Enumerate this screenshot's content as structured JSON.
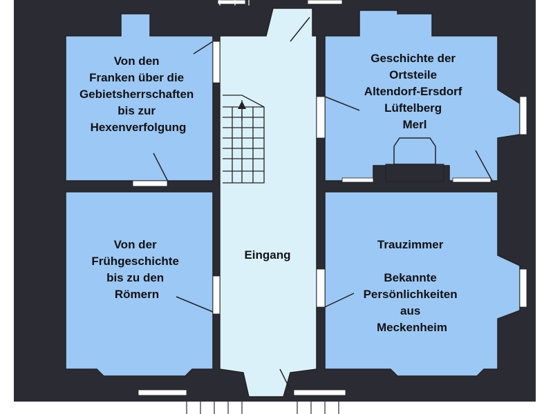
{
  "floorplan": {
    "rooms": {
      "top_left": {
        "label_lines": [
          "Von den",
          "Franken über die",
          "Gebietsherrschaften",
          "bis zur",
          "Hexenverfolgung"
        ]
      },
      "bottom_left": {
        "label_lines": [
          "Von der",
          "Frühgeschichte",
          "bis zu den",
          "Römern"
        ]
      },
      "top_right": {
        "label_lines": [
          "Geschichte der",
          "Ortsteile",
          "Altendorf-Ersdorf",
          "Lüftelberg",
          "Merl"
        ]
      },
      "bottom_right": {
        "label_lines": [
          "Trauzimmer",
          "",
          "Bekannte",
          "Persönlichkeiten",
          "aus",
          "Meckenheim"
        ]
      },
      "corridor": {
        "label": "Eingang"
      }
    },
    "colors": {
      "background": "#000000",
      "wall": "#2b2b33",
      "room": "#9cc8f5",
      "corridor": "#dbf1fa",
      "window": "#ffffff",
      "outline": "#222222"
    }
  }
}
